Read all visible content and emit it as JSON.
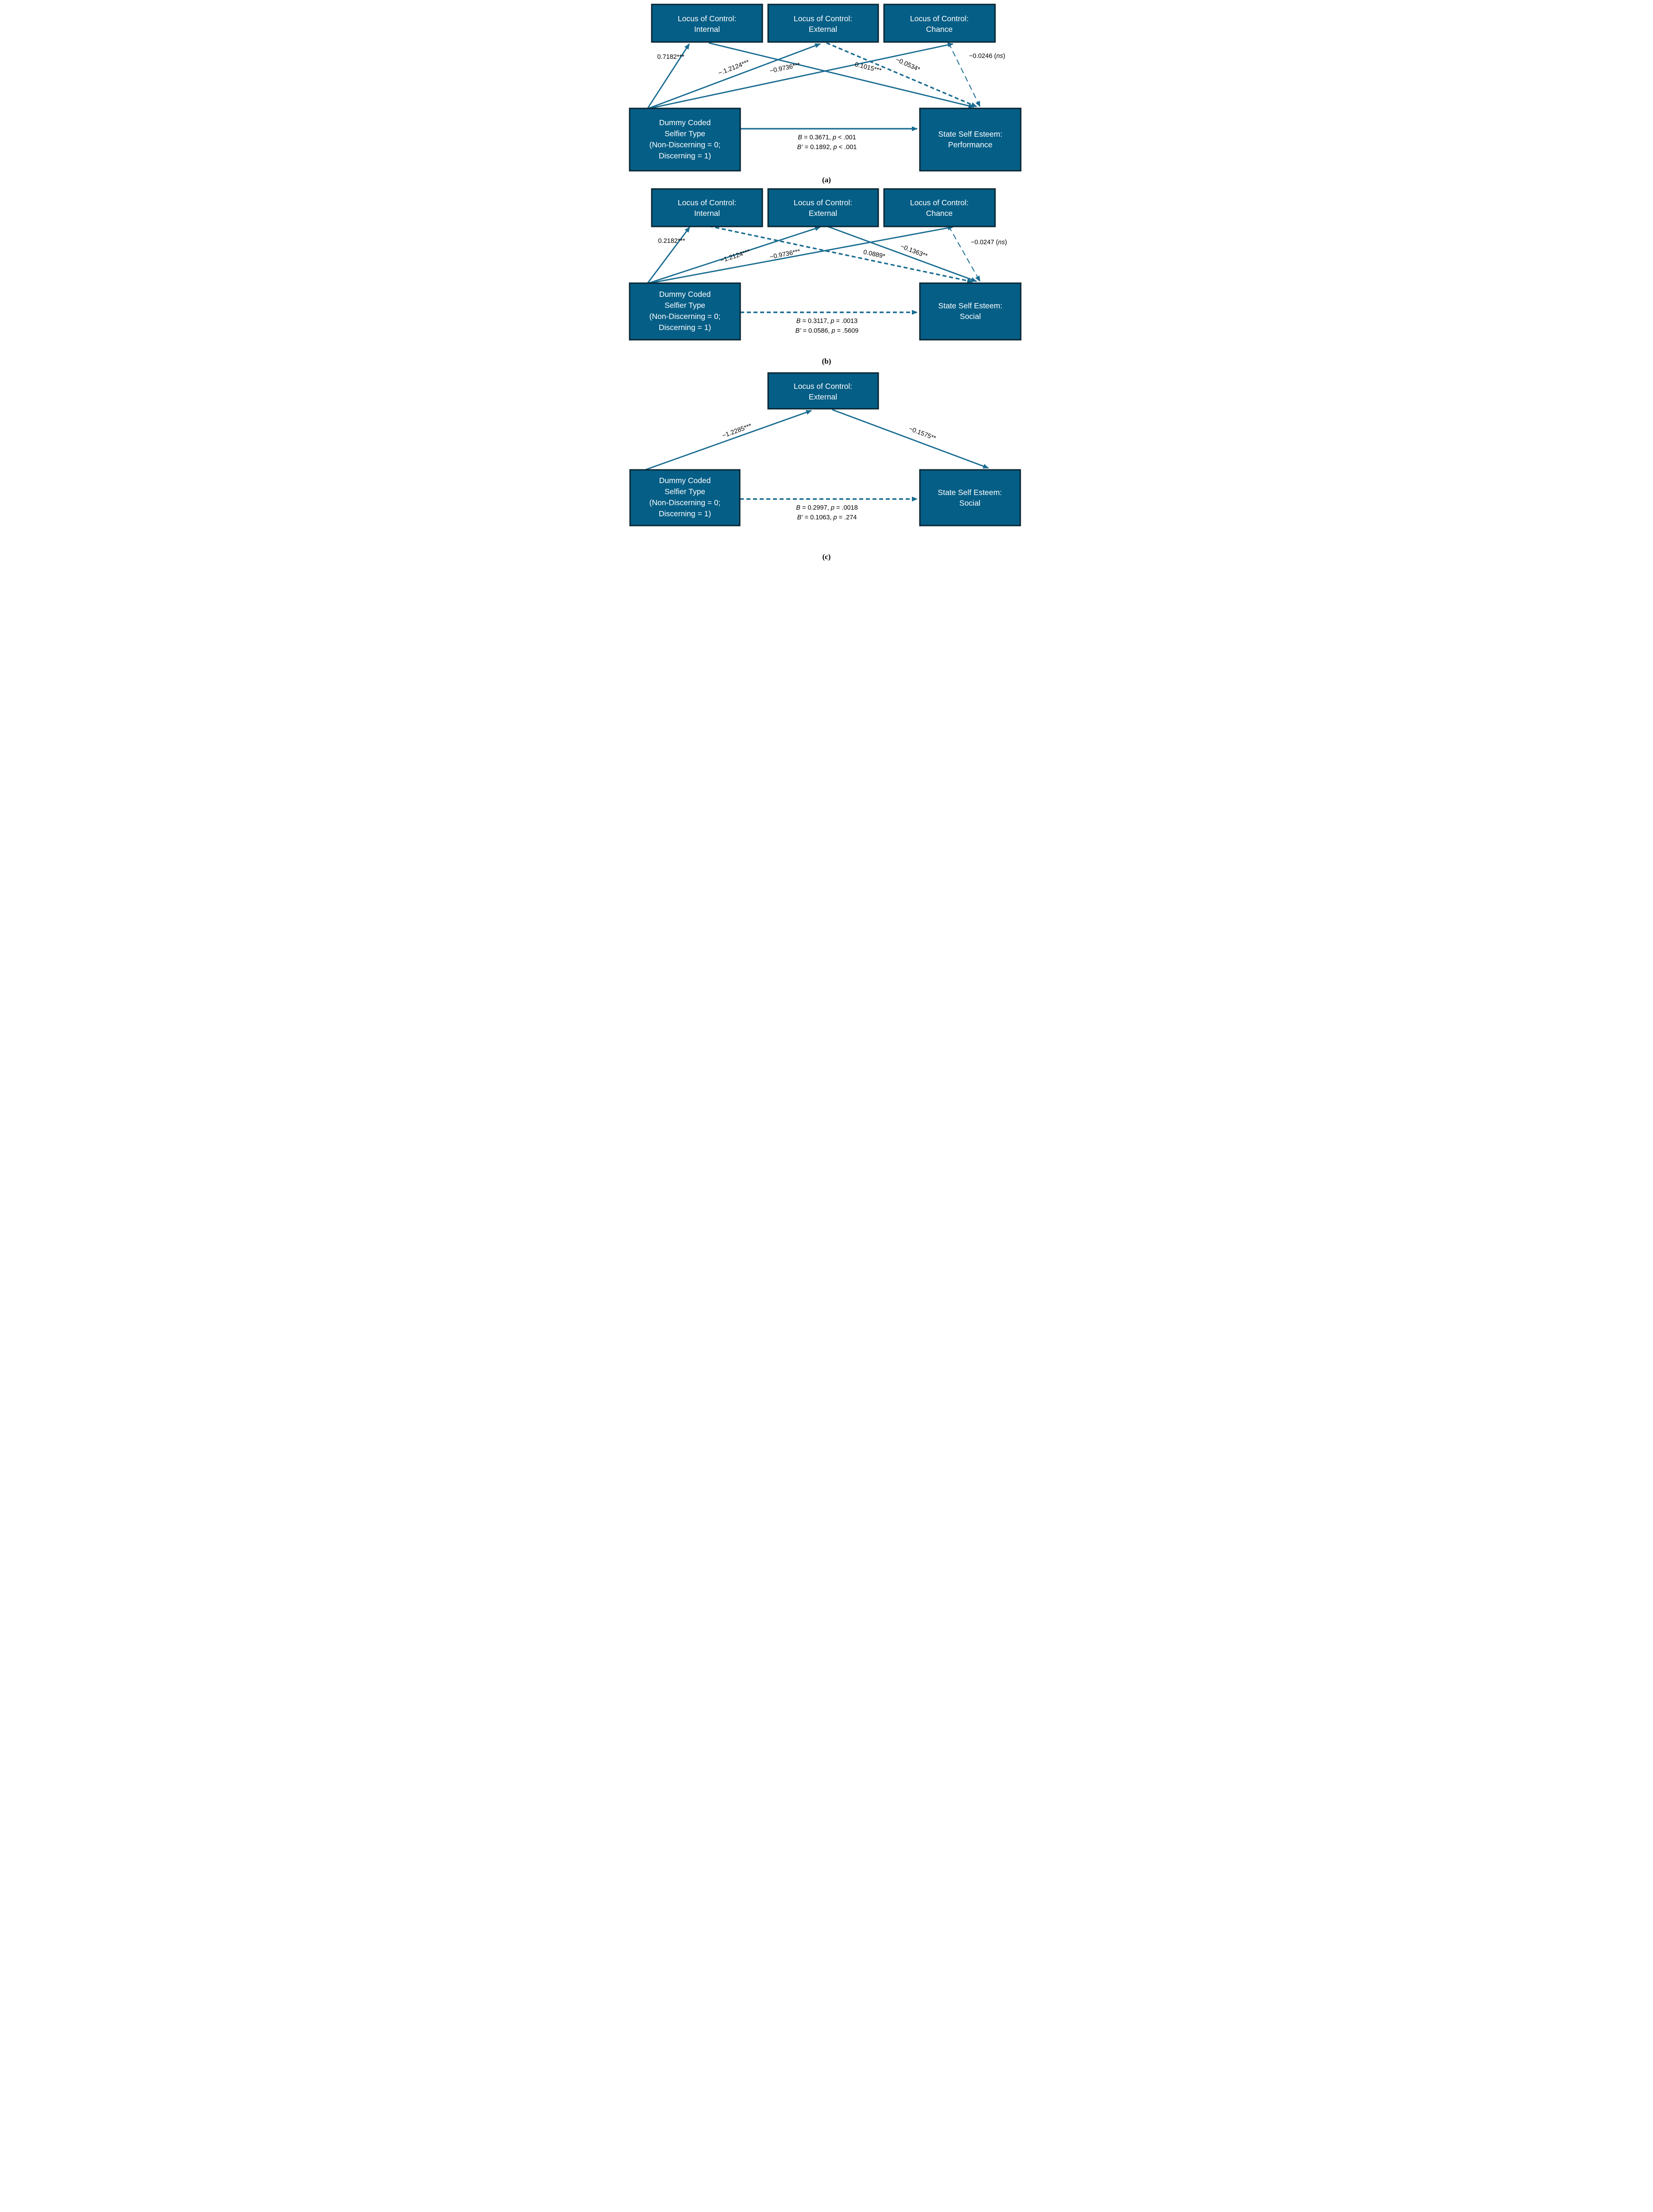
{
  "colors": {
    "box_fill": "#055E86",
    "box_border": "#0A2430",
    "box_text": "#FFFFFF",
    "arrow": "#186B90",
    "label_text": "#000000"
  },
  "predictor": {
    "line1": "Dummy Coded",
    "line2": "Selfier Type",
    "line3": "(Non-Discerning = 0;",
    "line4": "Discerning = 1)"
  },
  "panel_a": {
    "mediator_internal_line1": "Locus of Control:",
    "mediator_internal_line2": "Internal",
    "mediator_external_line1": "Locus of Control:",
    "mediator_external_line2": "External",
    "mediator_chance_line1": "Locus of Control:",
    "mediator_chance_line2": "Chance",
    "outcome_line1": "State Self Esteem:",
    "outcome_line2": "Performance",
    "path_to_internal": "0.7182***",
    "path_to_external": "−.1.2124***",
    "path_to_chance": "−0.9736***",
    "path_internal_to_outcome": "0.1015***",
    "path_external_to_outcome": "−0.0534*",
    "path_chance_to_outcome_value": "−0.0246 (",
    "path_chance_to_outcome_ns": "ns",
    "path_chance_to_outcome_close": ")",
    "direct_line1_b": "B",
    "direct_line1_mid": " = 0.3671, ",
    "direct_line1_p": "p",
    "direct_line1_end": " < .001",
    "direct_line2_b": "B’",
    "direct_line2_mid": " = 0.1892, ",
    "direct_line2_p": "p",
    "direct_line2_end": " < .001",
    "caption": "(a)"
  },
  "panel_b": {
    "mediator_internal_line1": "Locus of Control:",
    "mediator_internal_line2": "Internal",
    "mediator_external_line1": "Locus of Control:",
    "mediator_external_line2": "External",
    "mediator_chance_line1": "Locus of Control:",
    "mediator_chance_line2": "Chance",
    "outcome_line1": "State Self Esteem:",
    "outcome_line2": "Social",
    "path_to_internal": "0.2182***",
    "path_to_external": "−1.2124***",
    "path_to_chance": "−0.9736***",
    "path_internal_to_outcome": "0.0889*",
    "path_external_to_outcome": "−0.1363**",
    "path_chance_to_outcome_value": "−0.0247 (",
    "path_chance_to_outcome_ns": "ns",
    "path_chance_to_outcome_close": ")",
    "direct_line1_b": "B",
    "direct_line1_mid": " = 0.3117, ",
    "direct_line1_p": "p",
    "direct_line1_end": " = .0013",
    "direct_line2_b": "B’",
    "direct_line2_mid": " = 0.0586, ",
    "direct_line2_p": "p",
    "direct_line2_end": " = .5609",
    "caption": "(b)"
  },
  "panel_c": {
    "mediator_external_line1": "Locus of Control:",
    "mediator_external_line2": "External",
    "outcome_line1": "State Self Esteem:",
    "outcome_line2": "Social",
    "path_to_external": "−1.2285***",
    "path_external_to_outcome": "−0.1575**",
    "direct_line1_b": "B",
    "direct_line1_mid": " = 0.2997, ",
    "direct_line1_p": "p",
    "direct_line1_end": " = .0018",
    "direct_line2_b": "B’",
    "direct_line2_mid": " = 0.1063, ",
    "direct_line2_p": "p",
    "direct_line2_end": " = .274",
    "caption": "(c)"
  }
}
